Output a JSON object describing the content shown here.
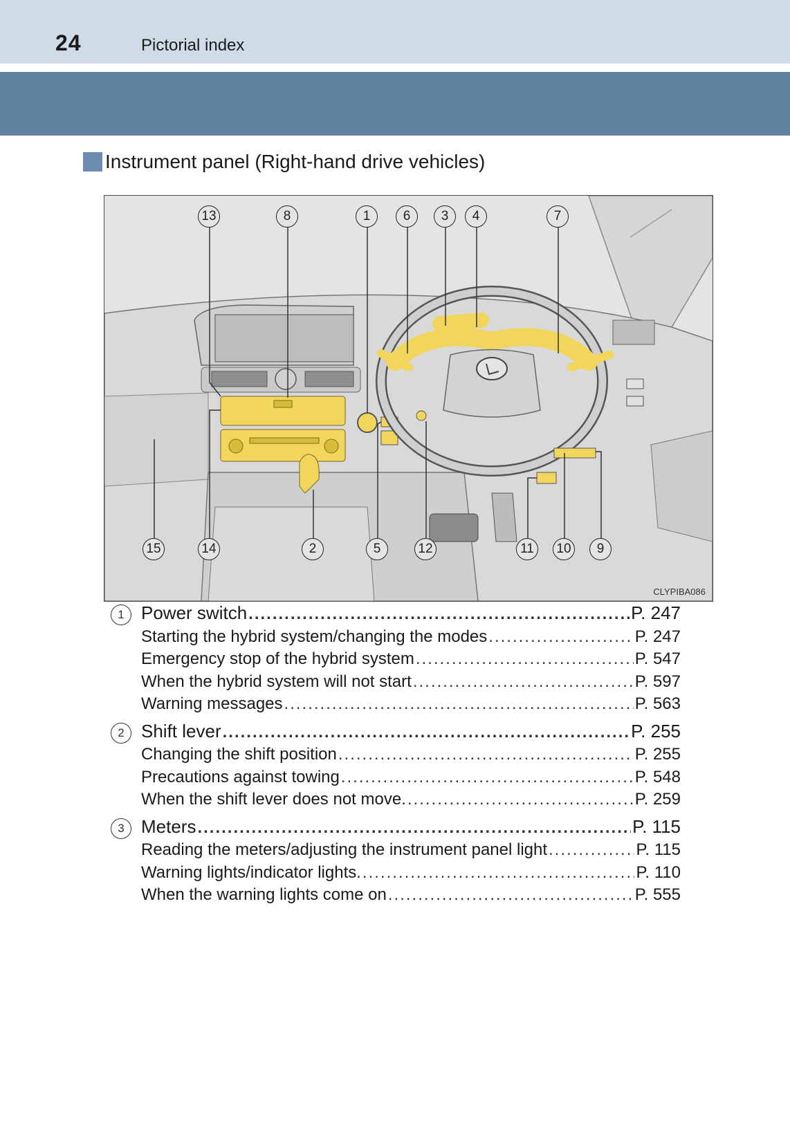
{
  "header": {
    "page_number": "24",
    "section": "Pictorial index"
  },
  "subheading": "Instrument panel (Right-hand drive vehicles)",
  "figure": {
    "code": "CLYPIBA086",
    "callouts_top": [
      "13",
      "8",
      "1",
      "6",
      "3",
      "4",
      "7"
    ],
    "callouts_bottom": [
      "15",
      "14",
      "2",
      "5",
      "12",
      "11",
      "10",
      "9"
    ],
    "highlight_color": "#f2d65b"
  },
  "entries": [
    {
      "num": "1",
      "title": "Power switch",
      "page": "P. 247",
      "items": [
        {
          "label": "Starting the hybrid system/changing the modes",
          "page": "P. 247"
        },
        {
          "label": "Emergency stop of the hybrid system",
          "page": "P. 547"
        },
        {
          "label": "When the hybrid system will not start",
          "page": "P. 597"
        },
        {
          "label": "Warning messages",
          "page": "P. 563"
        }
      ]
    },
    {
      "num": "2",
      "title": "Shift lever",
      "page": "P. 255",
      "items": [
        {
          "label": "Changing the shift position",
          "page": "P. 255"
        },
        {
          "label": "Precautions against towing",
          "page": "P. 548"
        },
        {
          "label": "When the shift lever does not move.",
          "page": "P. 259"
        }
      ]
    },
    {
      "num": "3",
      "title": "Meters",
      "page": "P. 115",
      "items": [
        {
          "label": "Reading the meters/adjusting the instrument panel light",
          "page": "P. 115"
        },
        {
          "label": "Warning lights/indicator lights.",
          "page": "P. 110"
        },
        {
          "label": "When the warning lights come on",
          "page": "P. 555"
        }
      ]
    }
  ]
}
